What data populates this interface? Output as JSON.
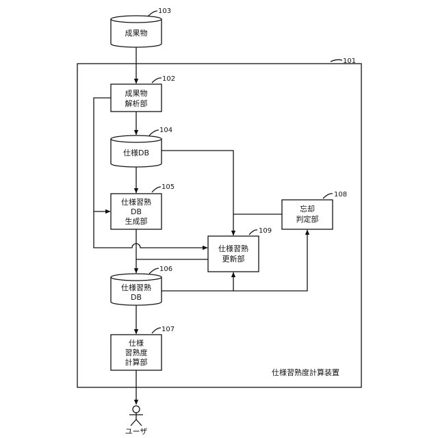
{
  "diagram": {
    "device_label": "仕様習熟度計算装置",
    "nodes": {
      "deliverable": {
        "ref": "103",
        "lines": [
          "成果物"
        ]
      },
      "deliverable_analyzer": {
        "ref": "102",
        "lines": [
          "成果物",
          "解析部"
        ]
      },
      "spec_db": {
        "ref": "104",
        "lines": [
          "仕様DB"
        ]
      },
      "proficiency_db_gen": {
        "ref": "105",
        "lines": [
          "仕様習熟",
          "DB",
          "生成部"
        ]
      },
      "forgetting_judge": {
        "ref": "108",
        "lines": [
          "忘却",
          "判定部"
        ]
      },
      "proficiency_update": {
        "ref": "109",
        "lines": [
          "仕様習熟",
          "更新部"
        ]
      },
      "proficiency_db": {
        "ref": "106",
        "lines": [
          "仕様習熟",
          "DB"
        ]
      },
      "proficiency_calc": {
        "ref": "107",
        "lines": [
          "仕様",
          "習熟度",
          "計算部"
        ]
      }
    },
    "device_ref": "101",
    "user_label": "ユーザ"
  },
  "colors": {
    "line": "#111111",
    "background": "#ffffff"
  }
}
